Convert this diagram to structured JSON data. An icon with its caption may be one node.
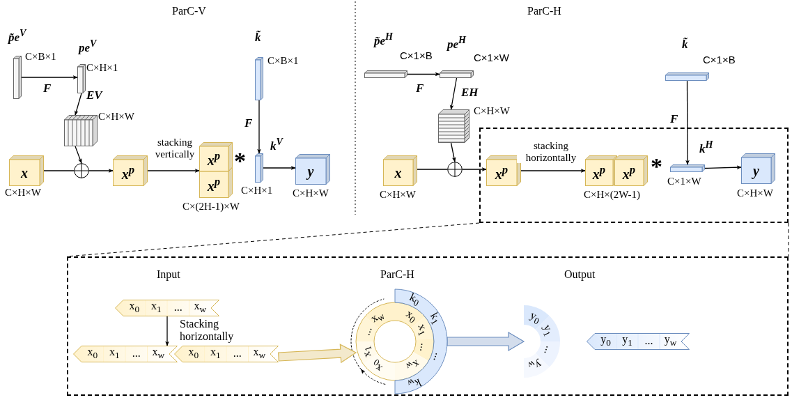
{
  "diagram": {
    "nodes": [
      {
        "text": [],
        "shape": "bar",
        "beside": [
          "p̃e$^{V}$",
          "C×B×1"
        ]
      },
      {
        "text": [],
        "shape": "bar",
        "beside": [
          "pe$^{V}$",
          "C×H×1"
        ]
      },
      {
        "text": [],
        "shape": "box",
        "beside": [
          "C×H×W"
        ]
      },
      {
        "text": [
          "x"
        ],
        "beside": [
          "C×H×W"
        ]
      },
      {
        "text": [],
        "shape": "circle"
      },
      {
        "text": [
          "x$^{p}$"
        ]
      },
      {
        "text": [
          "x$^{p}$"
        ]
      },
      {
        "text": [
          "x$^{p}$"
        ],
        "beside": [
          "C×(2H-1)×W"
        ]
      },
      {
        "text": [],
        "shape": "bar",
        "beside": [
          "k̃",
          "C×B×1"
        ]
      },
      {
        "text": [],
        "shape": "bar",
        "beside": [
          "k$^{V}$",
          "C×H×1"
        ]
      },
      {
        "text": [
          "y"
        ],
        "beside": [
          "C×H×W"
        ]
      },
      {
        "text": [],
        "shape": "bar",
        "beside": [
          "p̃e$^{H}$",
          "C×1×B"
        ]
      },
      {
        "text": [],
        "shape": "bar",
        "beside": [
          "pe$^{H}$",
          "C×1×W"
        ]
      },
      {
        "text": [],
        "shape": "box",
        "beside": [
          "C×H×W"
        ]
      },
      {
        "text": [],
        "shape": "bar",
        "beside": [
          "k̃",
          "C×1×B"
        ]
      },
      {
        "text": [
          "x"
        ],
        "beside": [
          "C×H×W"
        ]
      },
      {
        "text": [],
        "shape": "circle"
      },
      {
        "text": [],
        "shape": "box"
      },
      {
        "text": [
          "x$^{p}$"
        ],
        "in": 17
      },
      {
        "text": [
          "x$^{p}$"
        ],
        "in": 17,
        "beside": [
          "C×H×(2W-1)"
        ]
      },
      {
        "text": [
          "x$^{p}$"
        ],
        "in": 17
      },
      {
        "text": [],
        "shape": "bar",
        "in": 17,
        "beside": [
          "k$^{H}$",
          "C×1×W"
        ]
      },
      {
        "text": [
          "y"
        ],
        "in": 17,
        "beside": [
          "C×H×W"
        ]
      },
      {
        "text": [],
        "shape": "box"
      },
      {
        "text": [
          "x$_{0}$",
          "x$_{1}$",
          "...",
          "x$_{w}$"
        ],
        "in": 23
      },
      {
        "text": [
          "x$_{0}$",
          "x$_{1}$",
          "...",
          "x$_{w}$"
        ],
        "in": 23
      },
      {
        "text": [
          "x$_{0}$",
          "x$_{1}$",
          "...",
          "x$_{w}$"
        ],
        "in": 23
      },
      {
        "text": [
          "x$_{0}$",
          "x$_{1}$",
          "...",
          "x$_{w}$",
          "x$_{w}$",
          "...",
          "x$_{1}$",
          "x$_{0}$"
        ],
        "in": 23
      },
      {
        "text": [
          "k$_{0}$",
          "k$_{1}$",
          "...",
          "k$_{w}$"
        ],
        "in": 23
      },
      {
        "text": [
          "y$_{0}$",
          "y$_{1}$",
          "...",
          "y$_{w}$"
        ],
        "in": 23
      },
      {
        "text": [
          "y$_{0}$",
          "y$_{1}$",
          "...",
          "y$_{w}$"
        ],
        "in": 23
      }
    ],
    "edges": [
      {
        "from": 0,
        "to": 1,
        "arrow": "to",
        "label": "F"
      },
      {
        "from": 1,
        "to": 2,
        "arrow": "to",
        "label": "EV"
      },
      {
        "from": 2,
        "to": 4,
        "arrow": "to"
      },
      {
        "from": 3,
        "to": 4,
        "arrow": "none"
      },
      {
        "from": 4,
        "to": 5,
        "arrow": "to"
      },
      {
        "from": 5,
        "to": 6,
        "arrow": "to",
        "label": "stacking vertically"
      },
      {
        "from": 8,
        "to": 9,
        "arrow": "to",
        "label": "F"
      },
      {
        "from": 9,
        "to": 10,
        "arrow": "to"
      },
      {
        "from": 11,
        "to": 12,
        "arrow": "to",
        "label": "F"
      },
      {
        "from": 12,
        "to": 13,
        "arrow": "to",
        "label": "EH"
      },
      {
        "from": 13,
        "to": 16,
        "arrow": "to"
      },
      {
        "from": 15,
        "to": 16,
        "arrow": "none"
      },
      {
        "from": 16,
        "to": 18,
        "arrow": "to"
      },
      {
        "from": 18,
        "to": 19,
        "arrow": "to",
        "label": "stacking horizontally"
      },
      {
        "from": 14,
        "to": 21,
        "arrow": "to",
        "label": "F"
      },
      {
        "from": 21,
        "to": 22,
        "arrow": "to"
      },
      {
        "from": 17,
        "to": 23,
        "arrow": "none",
        "style": "dashed"
      },
      {
        "from": 17,
        "to": 23,
        "arrow": "none",
        "style": "dashed"
      },
      {
        "from": 24,
        "to": 25,
        "arrow": "to",
        "label": "Stacking horizontally"
      },
      {
        "from": 26,
        "to": 27,
        "arrow": "to",
        "style": "thick",
        "color": "#d6b656"
      },
      {
        "from": 28,
        "to": 29,
        "arrow": "to",
        "style": "thick",
        "color": "#6c8ebf"
      }
    ],
    "labels": [
      "ParC-V",
      "ParC-H",
      "*",
      "*",
      "Input",
      "ParC-H",
      "Output"
    ]
  }
}
